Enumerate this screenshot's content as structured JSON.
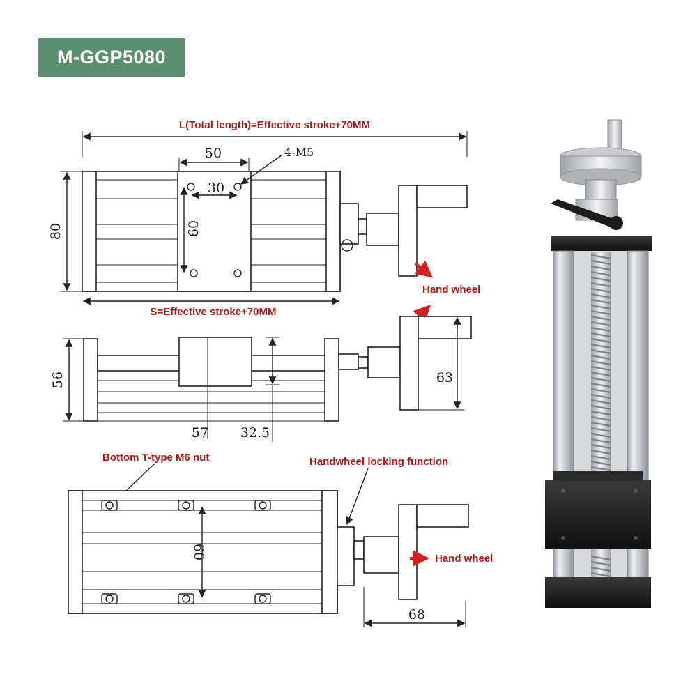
{
  "model_badge": "M-GGP5080",
  "colors": {
    "badge_bg": "#5b8f6e",
    "annotation_red": "#b01818",
    "arrow_red": "#d42020"
  },
  "top_view": {
    "total_length_label": "L(Total length)=Effective stroke+70MM",
    "effective_stroke_label": "S=Effective stroke+70MM",
    "dim_width": "80",
    "dim_hole_spacing_x_outer": "50",
    "dim_hole_spacing_x_inner": "30",
    "dim_hole_spacing_y": "60",
    "screw_label": "4-M5",
    "hand_wheel_label": "Hand wheel"
  },
  "side_view": {
    "dim_height": "56",
    "dim_handle_height": "63",
    "dim_carriage": "57",
    "dim_offset": "32.5"
  },
  "bottom_view": {
    "nut_label": "Bottom T-type M6 nut",
    "lock_label": "Handwheel locking function",
    "dim_nut_spacing": "60",
    "dim_handle_length": "68",
    "hand_wheel_label": "Hand wheel"
  },
  "photo": {
    "icons": [
      "linear-stage-photo"
    ]
  }
}
